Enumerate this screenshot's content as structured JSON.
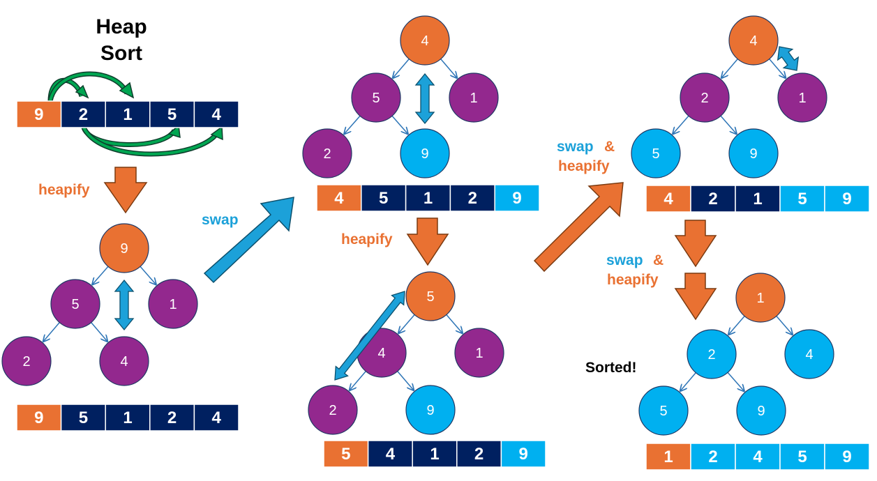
{
  "title": [
    "Heap",
    "Sort"
  ],
  "labels": {
    "heapify": "heapify",
    "swap": "swap",
    "swap_word": "swap",
    "amp": "&",
    "sorted": "Sorted!"
  },
  "colors": {
    "orange": "#E97132",
    "navy": "#002060",
    "blue": "#00B0F0",
    "purple": "#93288E",
    "green": "#00A651",
    "arrow_blue": "#1CA1D9",
    "edge": "#2E75B6"
  },
  "arrays": {
    "initial": [
      {
        "value": "9",
        "state": "orange"
      },
      {
        "value": "2",
        "state": "navy"
      },
      {
        "value": "1",
        "state": "navy"
      },
      {
        "value": "5",
        "state": "navy"
      },
      {
        "value": "4",
        "state": "navy"
      }
    ],
    "heap1": [
      {
        "value": "9",
        "state": "orange"
      },
      {
        "value": "5",
        "state": "navy"
      },
      {
        "value": "1",
        "state": "navy"
      },
      {
        "value": "2",
        "state": "navy"
      },
      {
        "value": "4",
        "state": "navy"
      }
    ],
    "swap1": [
      {
        "value": "4",
        "state": "orange"
      },
      {
        "value": "5",
        "state": "navy"
      },
      {
        "value": "1",
        "state": "navy"
      },
      {
        "value": "2",
        "state": "navy"
      },
      {
        "value": "9",
        "state": "blue"
      }
    ],
    "heap2": [
      {
        "value": "5",
        "state": "orange"
      },
      {
        "value": "4",
        "state": "navy"
      },
      {
        "value": "1",
        "state": "navy"
      },
      {
        "value": "2",
        "state": "navy"
      },
      {
        "value": "9",
        "state": "blue"
      }
    ],
    "heap3": [
      {
        "value": "4",
        "state": "orange"
      },
      {
        "value": "2",
        "state": "navy"
      },
      {
        "value": "1",
        "state": "navy"
      },
      {
        "value": "5",
        "state": "blue"
      },
      {
        "value": "9",
        "state": "blue"
      }
    ],
    "sorted": [
      {
        "value": "1",
        "state": "orange"
      },
      {
        "value": "2",
        "state": "blue"
      },
      {
        "value": "4",
        "state": "blue"
      },
      {
        "value": "5",
        "state": "blue"
      },
      {
        "value": "9",
        "state": "blue"
      }
    ]
  },
  "trees": {
    "tree1": {
      "root": {
        "v": "9",
        "c": "orange"
      },
      "left": {
        "v": "5",
        "c": "purple"
      },
      "right": {
        "v": "1",
        "c": "purple"
      },
      "ll": {
        "v": "2",
        "c": "purple"
      },
      "lr": {
        "v": "4",
        "c": "purple"
      }
    },
    "tree2": {
      "root": {
        "v": "4",
        "c": "orange"
      },
      "left": {
        "v": "5",
        "c": "purple"
      },
      "right": {
        "v": "1",
        "c": "purple"
      },
      "ll": {
        "v": "2",
        "c": "purple"
      },
      "lr": {
        "v": "9",
        "c": "blue"
      }
    },
    "tree3": {
      "root": {
        "v": "5",
        "c": "orange"
      },
      "left": {
        "v": "4",
        "c": "purple"
      },
      "right": {
        "v": "1",
        "c": "purple"
      },
      "ll": {
        "v": "2",
        "c": "purple"
      },
      "lr": {
        "v": "9",
        "c": "blue"
      }
    },
    "tree4": {
      "root": {
        "v": "4",
        "c": "orange"
      },
      "left": {
        "v": "2",
        "c": "purple"
      },
      "right": {
        "v": "1",
        "c": "purple"
      },
      "ll": {
        "v": "5",
        "c": "blue"
      },
      "lr": {
        "v": "9",
        "c": "blue"
      }
    },
    "tree5": {
      "root": {
        "v": "1",
        "c": "orange"
      },
      "left": {
        "v": "2",
        "c": "blue"
      },
      "right": {
        "v": "4",
        "c": "blue"
      },
      "ll": {
        "v": "5",
        "c": "blue"
      },
      "lr": {
        "v": "9",
        "c": "blue"
      }
    }
  }
}
